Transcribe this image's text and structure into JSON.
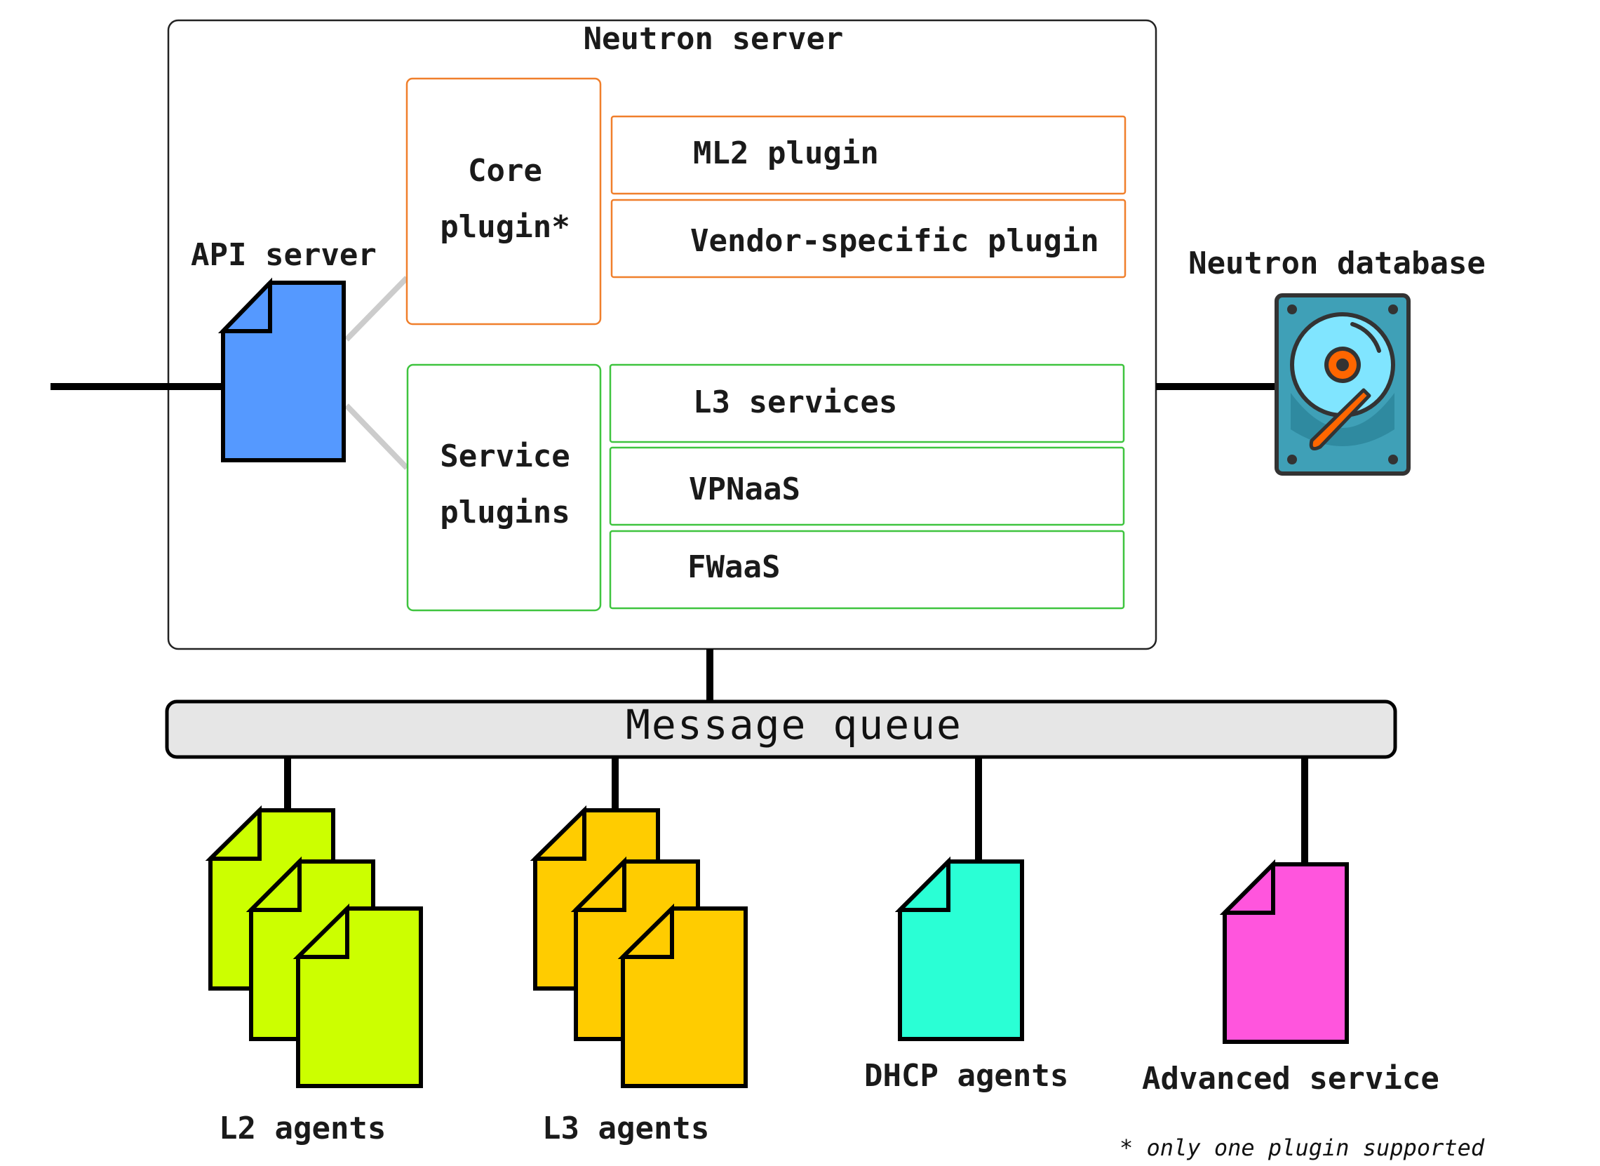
{
  "neutron_server": {
    "title": "Neutron server",
    "api_server": "API server",
    "core_plugin": {
      "line1": "Core",
      "line2": "plugin*",
      "items": [
        "ML2 plugin",
        "Vendor-specific plugin"
      ]
    },
    "service_plugins": {
      "line1": "Service",
      "line2": "plugins",
      "items": [
        "L3 services",
        "VPNaaS",
        "FWaaS"
      ]
    }
  },
  "database": {
    "label": "Neutron database",
    "icon": "hard-disk-icon"
  },
  "message_queue": {
    "label": "Message queue"
  },
  "agents": [
    {
      "label": "L2 agents",
      "color": "#ccff00"
    },
    {
      "label": "L3 agents",
      "color": "#ffcc00"
    },
    {
      "label": "DHCP agents",
      "color": "#2affd5"
    },
    {
      "label": "Advanced service",
      "color": "#ff55dd"
    }
  ],
  "footnote": "* only one plugin supported",
  "colors": {
    "api_doc": "#5599ff",
    "core_border": "#f07f2b",
    "service_border": "#3fc43f",
    "queue_fill": "#e6e6e6",
    "disk_body": "#3fa0b7",
    "disk_platter": "#80e5ff",
    "disk_needle": "#ff6600"
  }
}
